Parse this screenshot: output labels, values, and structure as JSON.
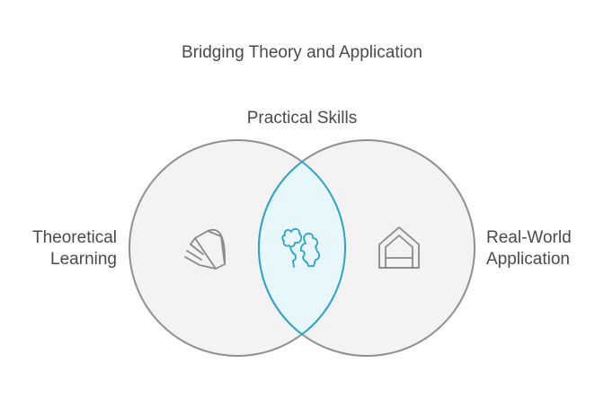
{
  "diagram": {
    "title": "Bridging Theory and Application",
    "intersection_label": "Practical Skills",
    "left_label_line1": "Theoretical",
    "left_label_line2": "Learning",
    "right_label_line1": "Real-World",
    "right_label_line2": "Application"
  },
  "icons": {
    "left": "book-icon",
    "center": "puzzle-head-icon",
    "right": "house-icon"
  },
  "colors": {
    "circle_fill": "#f3f3f3",
    "circle_stroke": "#8f8f8f",
    "intersection_fill": "#e8f7fb",
    "intersection_stroke": "#2aa3c7",
    "icon_gray": "#8a8a8a",
    "icon_blue": "#2aa3c7",
    "text": "#4a4a4a"
  }
}
